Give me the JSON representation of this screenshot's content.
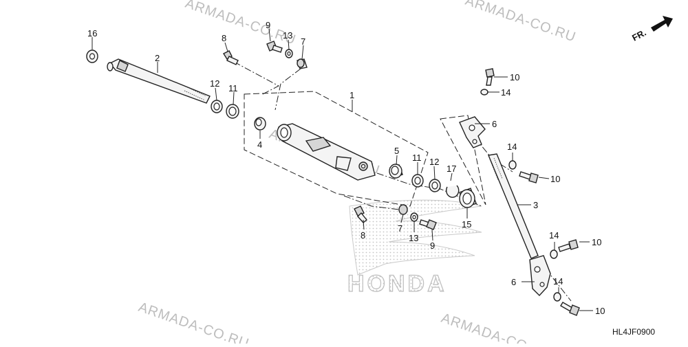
{
  "watermark": {
    "text": "ARMADA-CO.RU"
  },
  "logo_text": "HONDA",
  "direction_label": "FR.",
  "diagram_code": "HL4JF0900",
  "callouts": [
    {
      "id": "c16",
      "label": "16"
    },
    {
      "id": "c2",
      "label": "2"
    },
    {
      "id": "c8a",
      "label": "8"
    },
    {
      "id": "c9a",
      "label": "9"
    },
    {
      "id": "c13a",
      "label": "13"
    },
    {
      "id": "c7a",
      "label": "7"
    },
    {
      "id": "c12a",
      "label": "12"
    },
    {
      "id": "c11a",
      "label": "11"
    },
    {
      "id": "c1",
      "label": "1"
    },
    {
      "id": "c4",
      "label": "4"
    },
    {
      "id": "c5",
      "label": "5"
    },
    {
      "id": "c11b",
      "label": "11"
    },
    {
      "id": "c12b",
      "label": "12"
    },
    {
      "id": "c17",
      "label": "17"
    },
    {
      "id": "c15",
      "label": "15"
    },
    {
      "id": "c8b",
      "label": "8"
    },
    {
      "id": "c7b",
      "label": "7"
    },
    {
      "id": "c13b",
      "label": "13"
    },
    {
      "id": "c9b",
      "label": "9"
    },
    {
      "id": "c10a",
      "label": "10"
    },
    {
      "id": "c14a",
      "label": "14"
    },
    {
      "id": "c6a",
      "label": "6"
    },
    {
      "id": "c14b",
      "label": "14"
    },
    {
      "id": "c10b",
      "label": "10"
    },
    {
      "id": "c3",
      "label": "3"
    },
    {
      "id": "c14c",
      "label": "14"
    },
    {
      "id": "c10c",
      "label": "10"
    },
    {
      "id": "c6b",
      "label": "6"
    },
    {
      "id": "c14d",
      "label": "14"
    },
    {
      "id": "c10d",
      "label": "10"
    }
  ]
}
